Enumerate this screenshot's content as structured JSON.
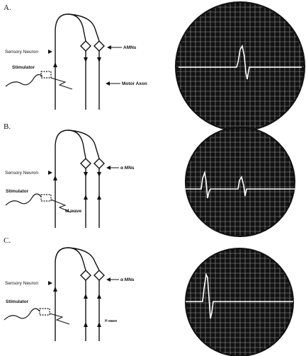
{
  "panels": [
    {
      "letter": "A.",
      "labels": {
        "sensory": "Sensory Neuron",
        "stimulator": "Stimulator",
        "neurons": "AMNs",
        "motor": "Motor Axon"
      }
    },
    {
      "letter": "B.",
      "labels": {
        "sensory": "Sensory Neuron",
        "stimulator": "Stimulator",
        "neurons": "α MNs",
        "mwave": "M wave"
      }
    },
    {
      "letter": "C.",
      "labels": {
        "sensory": "Sensory Neuron",
        "stimulator": "Stimulator",
        "neurons": "α MNs",
        "hwave": "H wave"
      }
    }
  ],
  "colors": {
    "ink": "#111111",
    "screen": "#111111",
    "grid": "#9a9a9a",
    "trace": "#ffffff"
  }
}
